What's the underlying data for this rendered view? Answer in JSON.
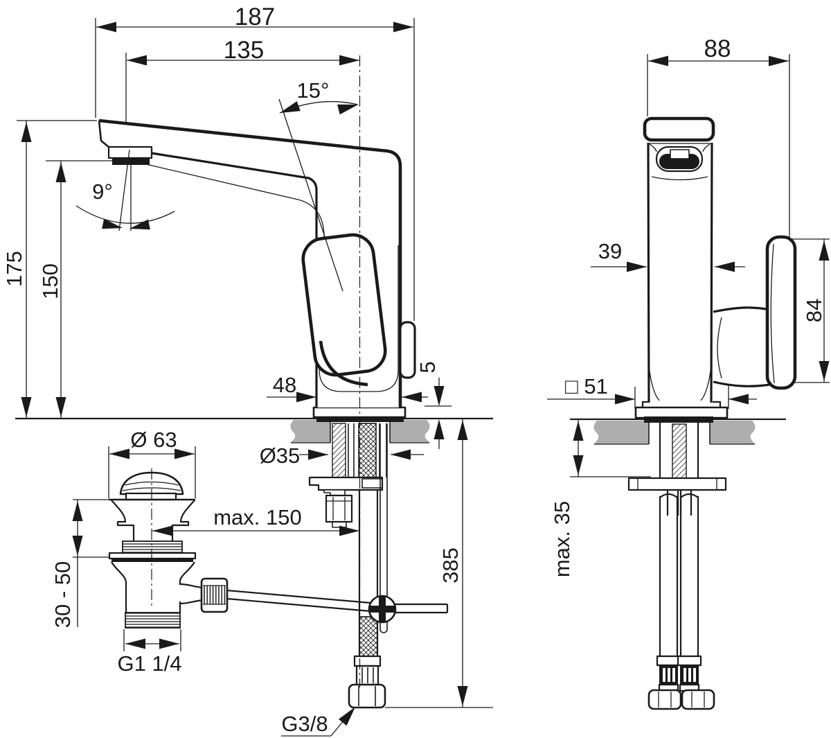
{
  "colors": {
    "line": "#1a1a1a",
    "countertop": "#aeaeae",
    "background": "#ffffff"
  },
  "dimensions": {
    "overall_depth": "187",
    "spout_reach": "135",
    "handle_tilt_angle": "15°",
    "spout_outlet_angle": "9°",
    "overall_height": "175",
    "outlet_height": "150",
    "body_base_depth": "48",
    "base_plate_thickness": "5",
    "waste_cap_diameter": "Ø 63",
    "mounting_hole_diameter": "Ø35",
    "rod_to_waste_distance": "max. 150",
    "waste_clamp_range": "30 - 50",
    "waste_thread": "G1 1/4",
    "supply_hose_length": "385",
    "hose_thread": "G3/8",
    "overall_width": "88",
    "body_width": "39",
    "handle_height": "84",
    "base_footprint": "□ 51",
    "deck_max_thickness": "max. 35"
  }
}
